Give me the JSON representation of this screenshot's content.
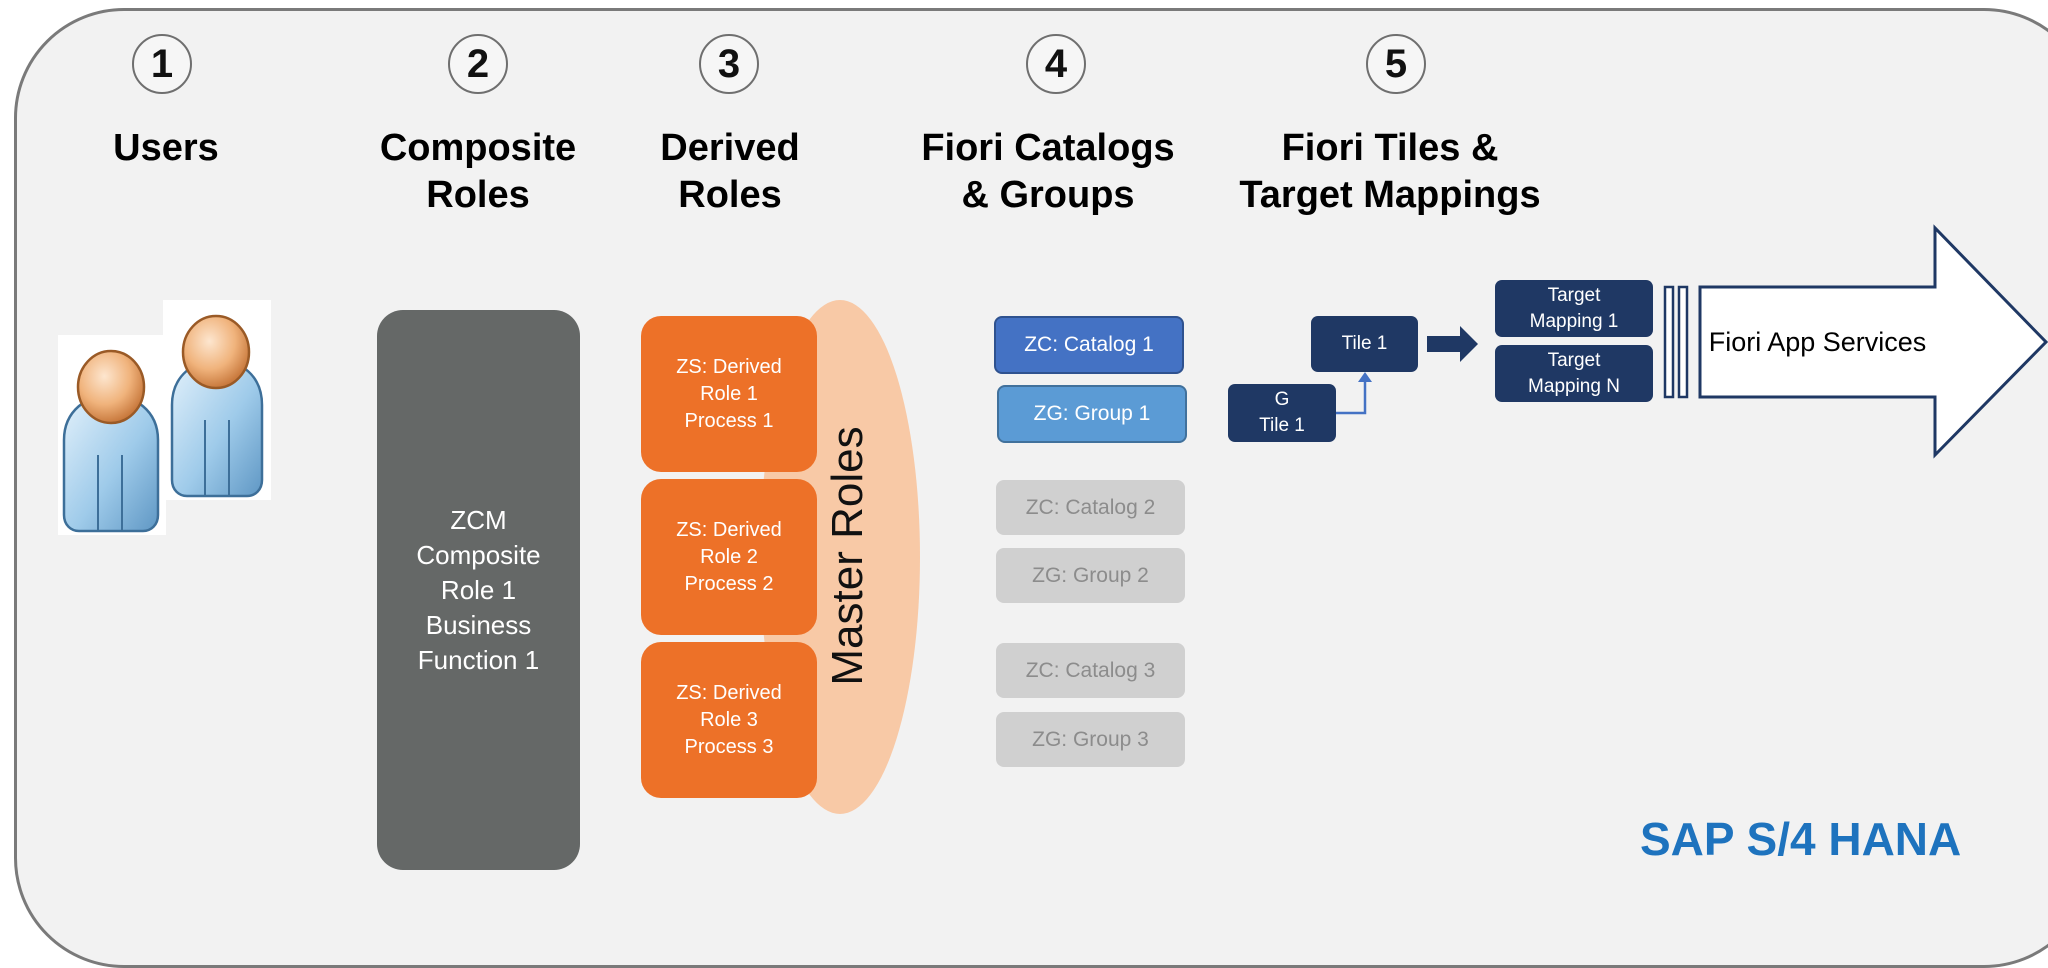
{
  "steps": [
    {
      "number": "1",
      "title_line1": "Users",
      "title_line2": ""
    },
    {
      "number": "2",
      "title_line1": "Composite",
      "title_line2": "Roles"
    },
    {
      "number": "3",
      "title_line1": "Derived",
      "title_line2": "Roles"
    },
    {
      "number": "4",
      "title_line1": "Fiori Catalogs",
      "title_line2": "& Groups"
    },
    {
      "number": "5",
      "title_line1": "Fiori Tiles &",
      "title_line2": "Target Mappings"
    }
  ],
  "composite_role": {
    "lines": [
      "ZCM",
      "Composite",
      "Role 1",
      "Business",
      "Function 1"
    ]
  },
  "derived_roles": [
    {
      "lines": [
        "ZS: Derived",
        "Role 1",
        "Process 1"
      ]
    },
    {
      "lines": [
        "ZS: Derived",
        "Role 2",
        "Process 2"
      ]
    },
    {
      "lines": [
        "ZS: Derived",
        "Role 3",
        "Process 3"
      ]
    }
  ],
  "master_roles_label": "Master Roles",
  "catalogs": [
    {
      "label": "ZC: Catalog 1",
      "state": "active"
    },
    {
      "label": "ZG: Group 1",
      "state": "active"
    },
    {
      "label": "ZC: Catalog 2",
      "state": "inactive"
    },
    {
      "label": "ZG: Group 2",
      "state": "inactive"
    },
    {
      "label": "ZC: Catalog 3",
      "state": "inactive"
    },
    {
      "label": "ZG: Group 3",
      "state": "inactive"
    }
  ],
  "tiles": {
    "tile": "Tile 1",
    "group_tile": {
      "line1": "G",
      "line2": "Tile 1"
    },
    "target_mapping_1": {
      "line1": "Target",
      "line2": "Mapping 1"
    },
    "target_mapping_n": {
      "line1": "Target",
      "line2": "Mapping N"
    }
  },
  "app_services_label": "Fiori App Services",
  "brand": "SAP S/4 HANA",
  "colors": {
    "panel_bg": "#f2f2f2",
    "composite": "#656867",
    "derived": "#ed7128",
    "master_halo": "#f8c9a6",
    "catalog_active": "#4472c4",
    "group_active": "#5b9bd5",
    "inactive": "#d0d0d0",
    "navy": "#1f3864",
    "brand": "#1e73be"
  }
}
